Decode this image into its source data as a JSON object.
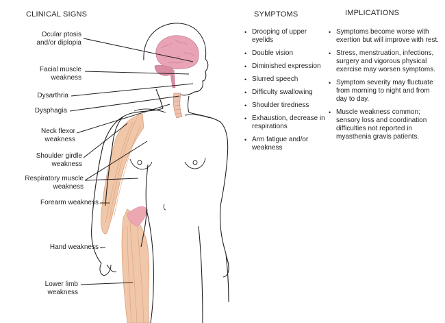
{
  "headers": {
    "clinical_signs": "CLINICAL SIGNS",
    "symptoms": "SYMPTOMS",
    "implications": "IMPLICATIONS"
  },
  "clinical_signs": [
    {
      "line1": "Ocular ptosis",
      "line2": "and/or diplopia"
    },
    {
      "line1": "Facial muscle",
      "line2": "weakness"
    },
    {
      "line1": "Dysarthria",
      "line2": ""
    },
    {
      "line1": "Dysphagia",
      "line2": ""
    },
    {
      "line1": "Neck flexor",
      "line2": "weakness"
    },
    {
      "line1": "Shoulder girdle",
      "line2": "weakness"
    },
    {
      "line1": "Respiratory muscle",
      "line2": "weakness"
    },
    {
      "line1": "Forearm weakness",
      "line2": ""
    },
    {
      "line1": "Hand weakness",
      "line2": ""
    },
    {
      "line1": "Lower limb",
      "line2": "weakness"
    }
  ],
  "symptoms": [
    "Drooping of upper eyelids",
    "Double vision",
    "Diminished expression",
    "Slurred speech",
    "Difficulty swallowing",
    "Shoulder tiredness",
    "Exhaustion, decrease in respirations",
    "Arm fatigue and/or weakness"
  ],
  "implications": [
    "Symptoms become worse with exertion but will improve with rest.",
    "Stress, menstruation, infections, surgery and vigorous physical exercise may worsen symptoms.",
    "Symptom severity may fluctuate from morning to night and from day to day.",
    "Muscle weakness common; sensory loss and coordination difficulties not reported in myasthenia gravis patients."
  ],
  "bullet_glyph": "•",
  "colors": {
    "line": "#231f20",
    "brain": "#e9a3b6",
    "brain_stem": "#d98da3",
    "muscle": "#f0c7a8",
    "muscle_fiber": "#d9a07d",
    "trachea": "#efc3b0"
  }
}
